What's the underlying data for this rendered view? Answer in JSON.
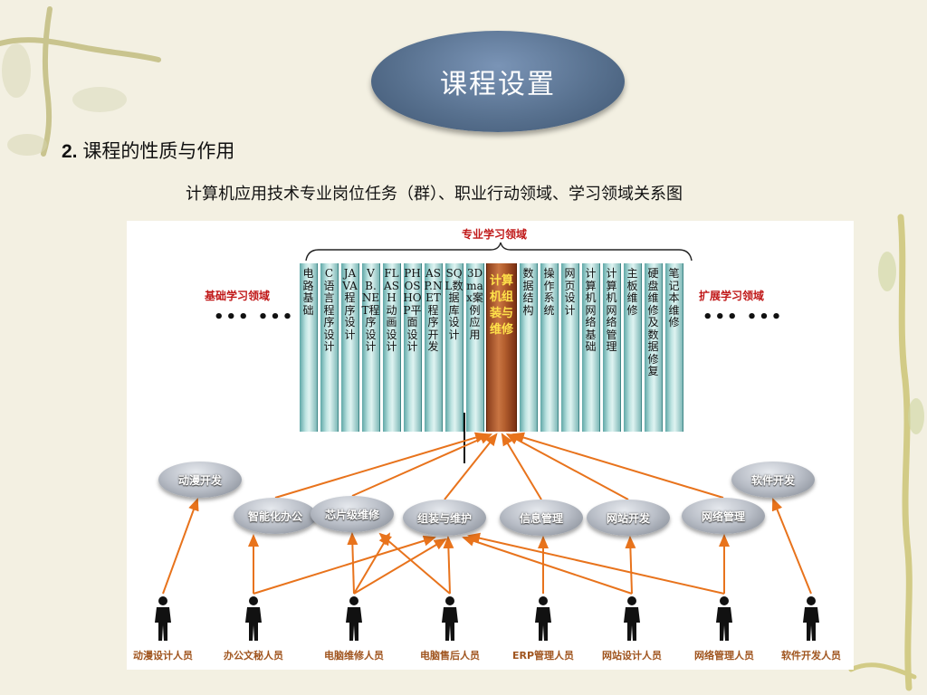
{
  "slide": {
    "title": "课程设置",
    "section_number": "2.",
    "section_heading": " 课程的性质与作用",
    "caption": "计算机应用技术专业岗位任务（群）、职业行动领域、学习领域关系图"
  },
  "diagram": {
    "top_label": "专业学习领域",
    "left_label": "基础学习领域",
    "right_label": "扩展学习领域",
    "left_dots": "••• •••",
    "right_dots": "••• •••",
    "courses": [
      "电路基础",
      "C语言程序设计",
      "JAVA程序设计",
      "VB.NET程序设计",
      "FLASH动画设计",
      "PHOSHOP平面设计",
      "ASP.NET程序开发",
      "SQL数据库设计",
      "3Dmax案例应用",
      "计算机组装与维修",
      "数据结构",
      "操作系统",
      "网页设计",
      "计算机网络基础",
      "计算机网络管理",
      "主板维修",
      "硬盘维修及数据修复",
      "笔记本维修"
    ],
    "highlighted_course_index": 9,
    "tasks": [
      "动漫开发",
      "智能化办公",
      "芯片级维修",
      "组装与维护",
      "信息管理",
      "网站开发",
      "网络管理",
      "软件开发"
    ],
    "people": [
      "动漫设计人员",
      "办公文秘人员",
      "电脑维修人员",
      "电脑售后人员",
      "ERP管理人员",
      "网站设计人员",
      "网络管理人员",
      "软件开发人员"
    ],
    "colors": {
      "arrow": "#e8731c",
      "column": "#9fd3d2",
      "highlight_column": "#b5602f",
      "highlight_text": "#ffe14a",
      "area_label": "#c01818"
    }
  }
}
